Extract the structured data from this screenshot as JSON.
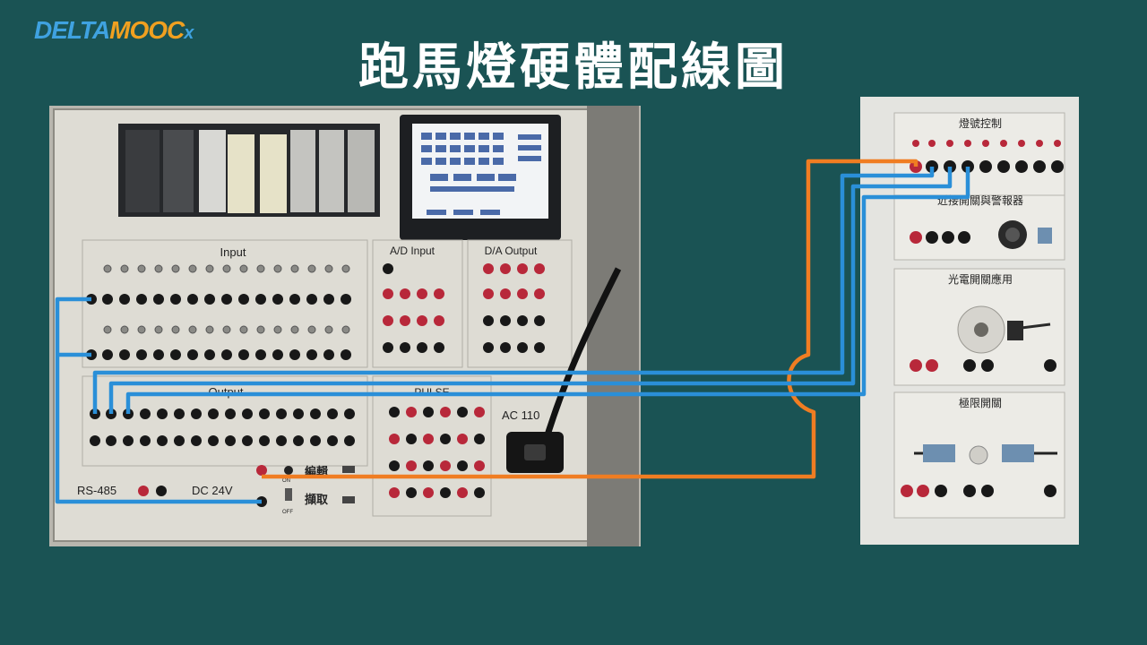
{
  "logo": {
    "part1": "DELTA",
    "part2": "MOOC",
    "part3": "x"
  },
  "title": "跑馬燈硬體配線圖",
  "left_panel": {
    "input": "Input",
    "ad_input": "A/D Input",
    "da_output": "D/A Output",
    "output": "Output",
    "pulse": "PULSE",
    "ac": "AC 110",
    "rs485": "RS-485",
    "dc24v": "DC 24V",
    "edit": "編輯",
    "capture": "擷取",
    "on": "ON",
    "off": "OFF"
  },
  "right_panel": {
    "light_control": "燈號控制",
    "proximity_alarm": "近接開關與警報器",
    "photoelectric": "光電開關應用",
    "limit_switch": "極限開關"
  },
  "colors": {
    "background": "#1a5354",
    "wire_blue": "#2a8fd8",
    "wire_orange": "#f07d22"
  }
}
